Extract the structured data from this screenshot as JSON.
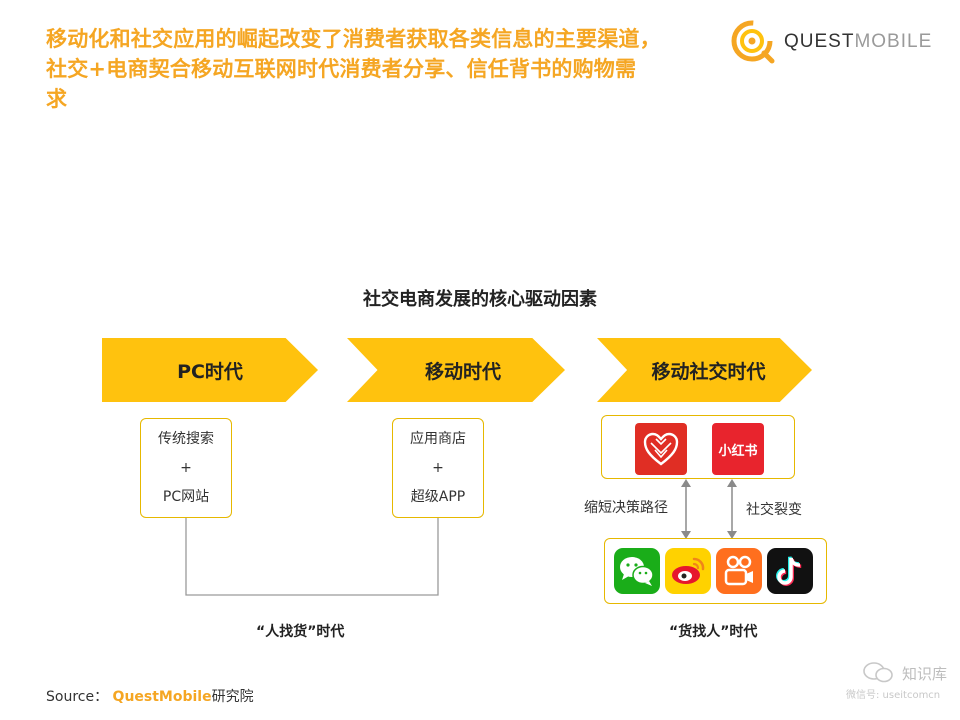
{
  "headline": {
    "line1": "移动化和社交应用的崛起改变了消费者获取各类信息的主要渠道，",
    "line2": "社交+电商契合移动互联网时代消费者分享、信任背书的购物需",
    "line3": "求"
  },
  "logo": {
    "bold": "QUEST",
    "thin": "MOBILE"
  },
  "diagram": {
    "title": "社交电商发展的核心驱动因素",
    "stages": [
      {
        "label": "PC时代"
      },
      {
        "label": "移动时代"
      },
      {
        "label": "移动社交时代"
      }
    ],
    "pc_box": {
      "line1": "传统搜索",
      "line2": "+",
      "line3": "PC网站"
    },
    "mobile_box": {
      "line1": "应用商店",
      "line2": "+",
      "line3": "超级APP"
    },
    "shopping_apps": [
      {
        "icon": "pinduoduo-icon"
      },
      {
        "icon": "xiaohongshu-icon",
        "text": "小红书"
      }
    ],
    "social_apps": [
      {
        "icon": "wechat-icon"
      },
      {
        "icon": "weibo-icon"
      },
      {
        "icon": "kuaishou-icon"
      },
      {
        "icon": "douyin-icon"
      }
    ],
    "left_arrow_label": "缩短决策路径",
    "right_arrow_label": "社交裂变",
    "era_left": "“人找货”时代",
    "era_right": "“货找人”时代"
  },
  "source": {
    "prefix": "Source：",
    "brand": "QuestMobile",
    "suffix": "研究院"
  },
  "watermark": {
    "line1": "知识库",
    "line2": "微信号: useitcomcn"
  },
  "colors": {
    "accent": "#F5A623",
    "chevron": "#FFC20E",
    "box_border": "#E6B800"
  }
}
